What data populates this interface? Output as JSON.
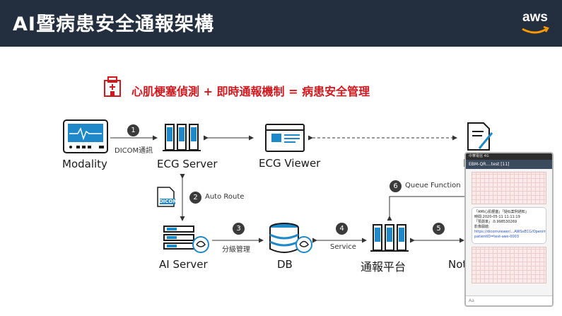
{
  "header": {
    "title": "AI暨病患安全通報架構",
    "logo_text": "aws"
  },
  "subtitle": "心肌梗塞偵測 + 即時通報機制 = 病患安全管理",
  "nodes": {
    "modality": "Modality",
    "ecg_server": "ECG Server",
    "ecg_viewer": "ECG Viewer",
    "report": "F",
    "ai_server": "AI Server",
    "db": "DB",
    "platform": "通報平台",
    "notify": "Not"
  },
  "steps": {
    "s1": "1",
    "s1_label": "DICOM通訊",
    "s2": "2",
    "s2_label": "Auto Route",
    "s3": "3",
    "s3_label": "分級管理",
    "s4": "4",
    "s4_label": "Service",
    "s5": "5",
    "s6": "6",
    "s6_label": "Queue Function"
  },
  "dicom_file_label": "DICOM",
  "phone": {
    "status": "中華電信 4G",
    "chat_title": "EBM-QR....test [11]",
    "msg_line1": "「AMI心肌梗塞」「疑似案例通知」",
    "msg_line2": "時間:2020-05-11 11:11:19",
    "msg_line3": "「預測率」:0.998530269",
    "msg_line4": "影像開啟:",
    "msg_link": "https://dicomviewer/...AWSxECG/Openimage?patientID=test-aws-0003",
    "input_placeholder": "Aa"
  },
  "colors": {
    "header_bg": "#232f3e",
    "accent_red": "#d0181f",
    "icon_blue": "#1e88c8"
  }
}
